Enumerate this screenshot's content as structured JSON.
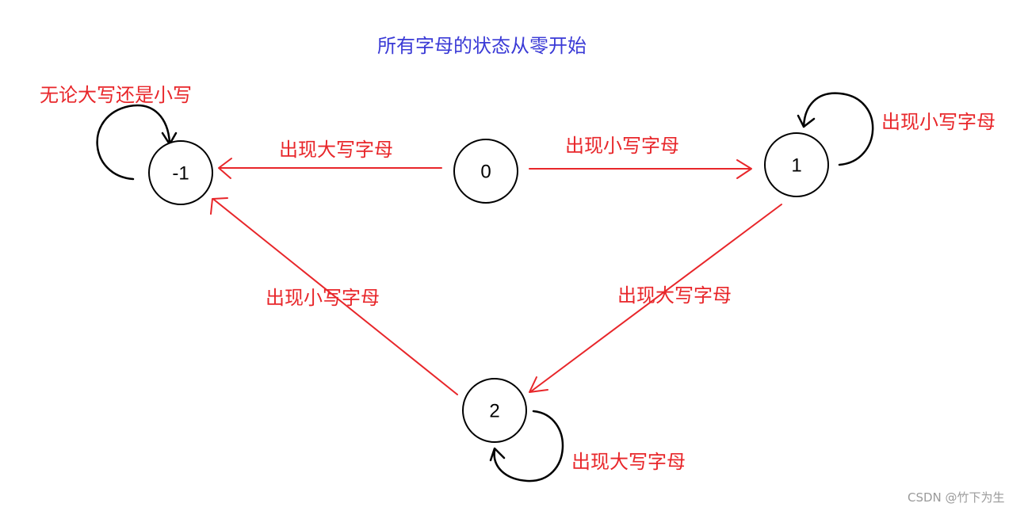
{
  "title": "所有字母的状态从零开始",
  "states": {
    "neg1": "-1",
    "zero": "0",
    "one": "1",
    "two": "2"
  },
  "transitions": {
    "zero_to_neg1": "出现大写字母",
    "zero_to_one": "出现小写字母",
    "one_loop": "出现小写字母",
    "one_to_two": "出现大写字母",
    "two_to_neg1": "出现小写字母",
    "two_loop": "出现大写字母",
    "neg1_loop": "无论大写还是小写"
  },
  "watermark": "CSDN @竹下为生",
  "colors": {
    "edge": "#e8262a",
    "loop": "#000000",
    "title": "#3a3ad6",
    "watermark": "#9a9a9a"
  }
}
